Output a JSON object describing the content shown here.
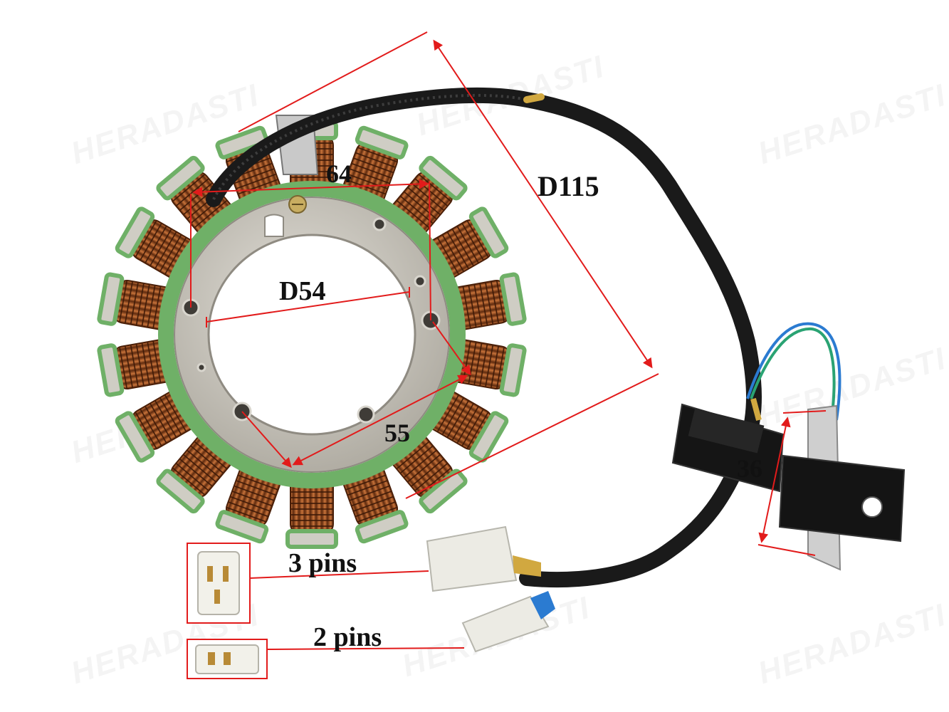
{
  "watermark": {
    "text": "HERADASTI"
  },
  "dimensions": {
    "outer_diameter": "D115",
    "inner_diameter": "D54",
    "top_hole_distance": "64",
    "diagonal_hole_distance": "55",
    "pickup_distance": "36"
  },
  "connectors": {
    "three_pin_label": "3 pins",
    "two_pin_label": "2 pins"
  },
  "colors": {
    "copper": "#8a3d17",
    "copper_light": "#c8733a",
    "insulation_green": "#6fb067",
    "steel": "#c9c6bd",
    "cable_black": "#1a1a1a",
    "annotation_red": "#e21b1b"
  }
}
